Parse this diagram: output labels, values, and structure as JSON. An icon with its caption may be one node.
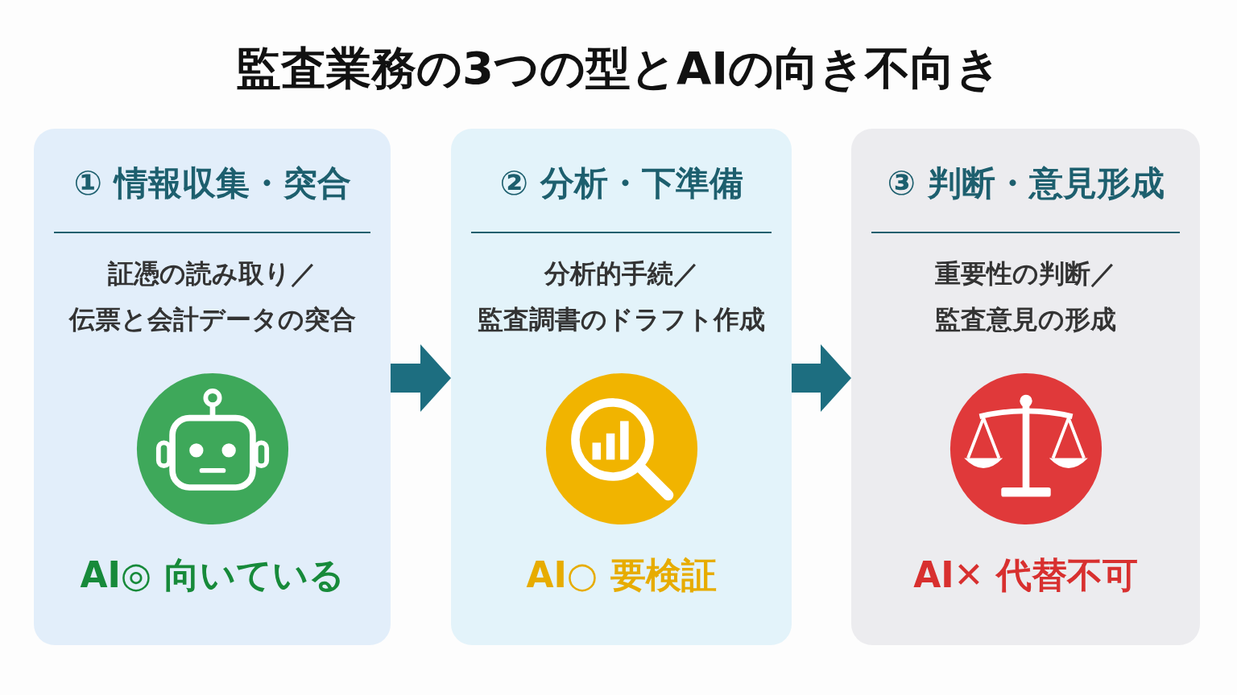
{
  "diagram": {
    "title": "監査業務の3つの型とAIの向き不向き",
    "nodes": [
      {
        "text": [
          "① 情報収集・突合",
          "証憑の読み取り／伝票と会計データの突合",
          "AI◎ 向いている"
        ]
      },
      {
        "text": [
          "② 分析・下準備",
          "分析的手続／監査調書のドラフト作成",
          "AI○ 要検証"
        ]
      },
      {
        "text": [
          "③ 判断・意見形成",
          "重要性の判断／監査意見の形成",
          "AI✕ 代替不可"
        ]
      }
    ],
    "edges": [
      {
        "from": 0,
        "to": 1,
        "arrow": "to"
      },
      {
        "from": 1,
        "to": 2,
        "arrow": "to"
      }
    ]
  }
}
